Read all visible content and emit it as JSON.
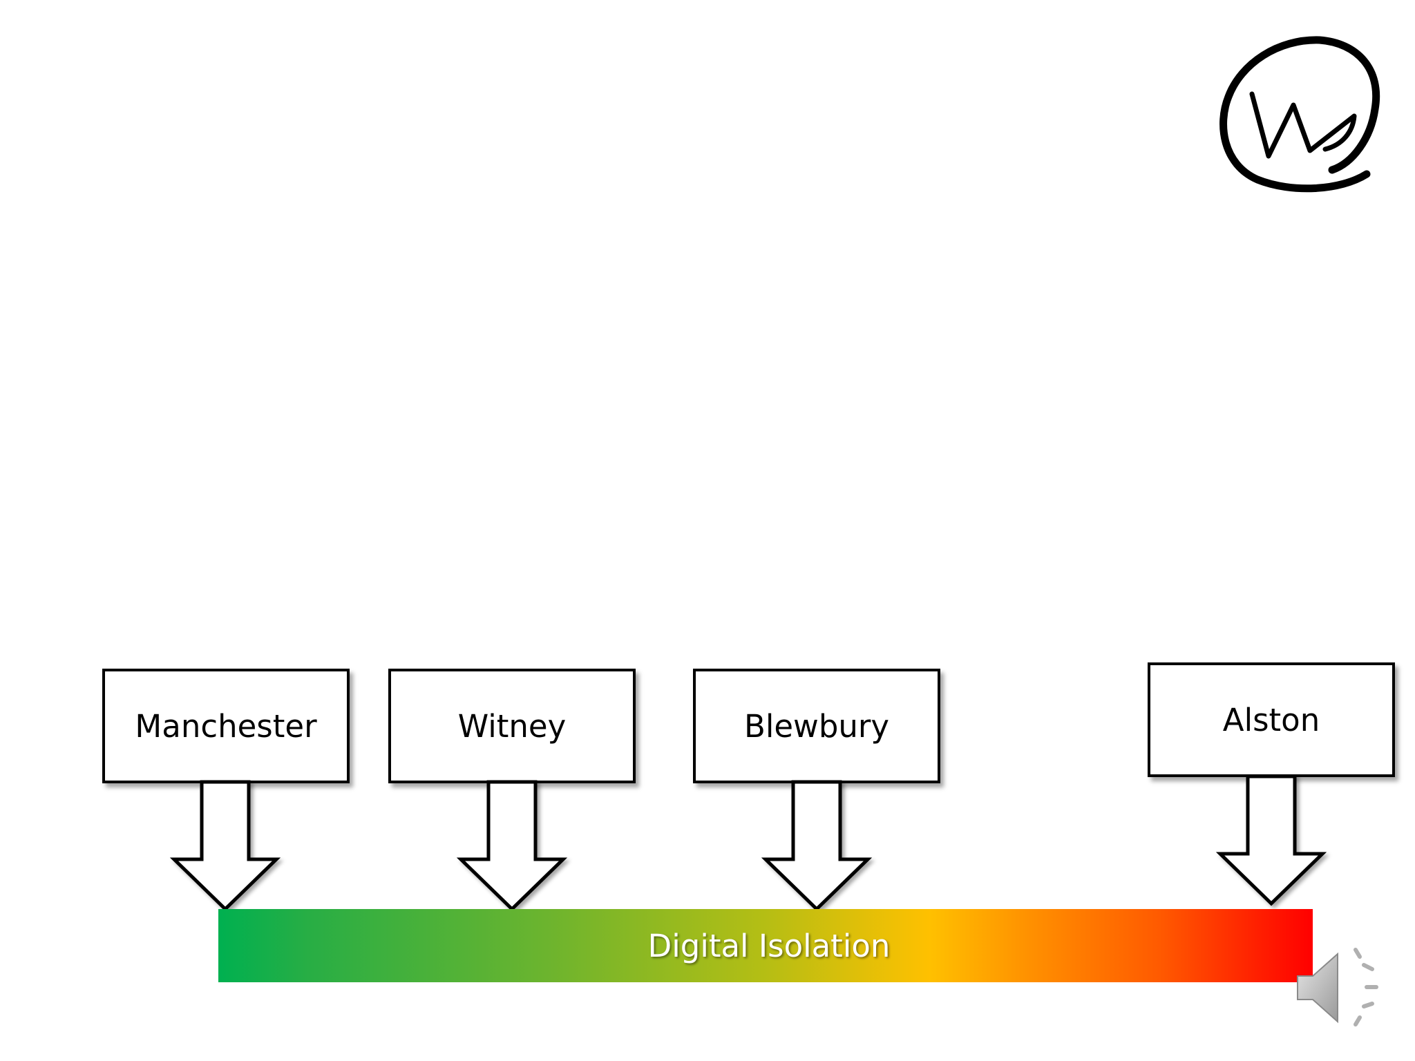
{
  "diagram": {
    "places": [
      {
        "label": "Manchester"
      },
      {
        "label": "Witney"
      },
      {
        "label": "Blewbury"
      },
      {
        "label": "Alston"
      }
    ],
    "scale": {
      "label": "Digital Isolation",
      "low_color": "#00b050",
      "mid_color": "#ffc000",
      "high_color": "#ff0000"
    }
  },
  "icons": {
    "logo": "w-logo",
    "audio": "speaker-icon"
  }
}
